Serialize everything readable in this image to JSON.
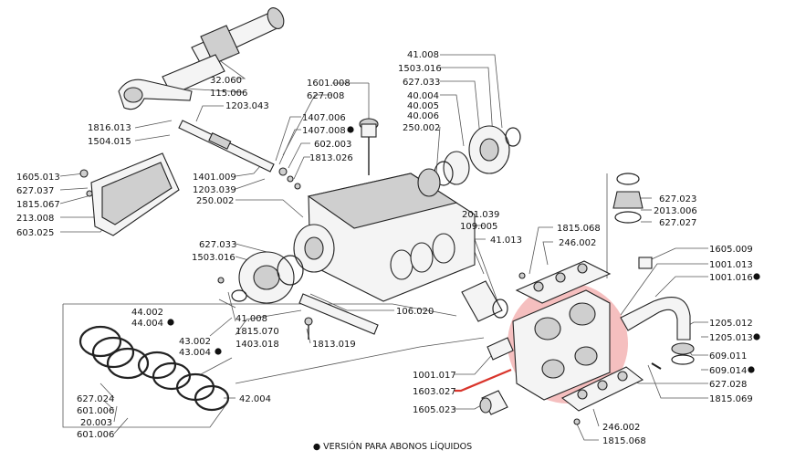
{
  "colors": {
    "highlight": "#f2a9a9",
    "pointer": "#d9352c",
    "line": "#555555",
    "ink": "#222222"
  },
  "labels": {
    "l32060": "32.060",
    "l115006": "115.006",
    "l1203043": "1203.043",
    "l1816013": "1816.013",
    "l1504015": "1504.015",
    "l1605013": "1605.013",
    "l627037": "627.037",
    "l1815067": "1815.067",
    "l213008": "213.008",
    "l603025": "603.025",
    "l1601008": "1601.008",
    "l627008": "627.008",
    "l1407006": "1407.006",
    "l1407008": "1407.008",
    "l602003": "602.003",
    "l1813026": "1813.026",
    "l1401009": "1401.009",
    "l1203039": "1203.039",
    "l250002a": "250.002",
    "l41008a": "41.008",
    "l1503016a": "1503.016",
    "l627033a": "627.033",
    "l40004": "40.004",
    "l40005": "40.005",
    "l40006": "40.006",
    "l250002b": "250.002",
    "l627023": "627.023",
    "l2013006": "2013.006",
    "l627027": "627.027",
    "l201039": "201.039",
    "l109005": "109.005",
    "l41013": "41.013",
    "l1815068a": "1815.068",
    "l246002a": "246.002",
    "l1605009": "1605.009",
    "l1001013": "1001.013",
    "l1001016": "1001.016",
    "l627033b": "627.033",
    "l1503016b": "1503.016",
    "l41008b": "41.008",
    "l1815070": "1815.070",
    "l1403018": "1403.018",
    "l1813019": "1813.019",
    "l106020": "106.020",
    "l44002": "44.002",
    "l44004": "44.004",
    "l43002": "43.002",
    "l43004": "43.004",
    "l627024": "627.024",
    "l601006a": "601.006",
    "l20003": "20.003",
    "l601006b": "601.006",
    "l42004": "42.004",
    "l1205012": "1205.012",
    "l1205013": "1205.013",
    "l609011": "609.011",
    "l609014": "609.014",
    "l627028": "627.028",
    "l1815069": "1815.069",
    "l1001017": "1001.017",
    "l1603027": "1603.027",
    "l1605023": "1605.023",
    "l246002b": "246.002",
    "l1815068b": "1815.068"
  },
  "caption": "● VERSIÓN PARA ABONOS LÍQUIDOS"
}
